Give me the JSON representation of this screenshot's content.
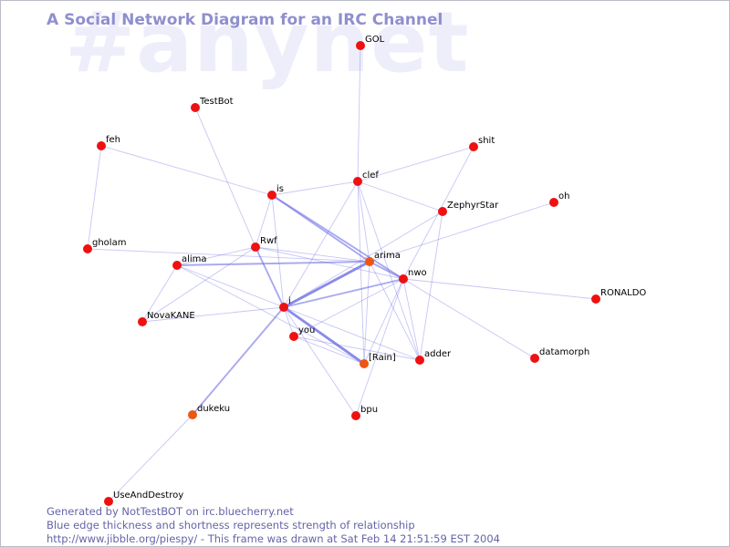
{
  "watermark": "#anynet",
  "title": "A Social Network Diagram for an IRC Channel",
  "footer": {
    "line1": "Generated by NotTestBOT on irc.bluecherry.net",
    "line2": "Blue edge thickness and shortness represents strength of relationship",
    "line3": "http://www.jibble.org/piespy/ - This frame was drawn at Sat Feb 14 21:51:59 EST 2004"
  },
  "colors": {
    "edge": "#6a6ae6",
    "node": "#ee1111",
    "node_warm": "#ee5511",
    "title": "#8f8fcf",
    "watermark": "#eeeefb",
    "footer": "#6464a8"
  },
  "nodes": [
    {
      "id": "GOL",
      "label": "GOL"
    },
    {
      "id": "TestBot",
      "label": "TestBot"
    },
    {
      "id": "feh",
      "label": "feh"
    },
    {
      "id": "shit",
      "label": "shit"
    },
    {
      "id": "clef",
      "label": "clef"
    },
    {
      "id": "is",
      "label": "is"
    },
    {
      "id": "ZephyrStar",
      "label": "ZephyrStar"
    },
    {
      "id": "oh",
      "label": "oh"
    },
    {
      "id": "gholam",
      "label": "gholam"
    },
    {
      "id": "Rwf",
      "label": "Rwf"
    },
    {
      "id": "alima",
      "label": "alima"
    },
    {
      "id": "arima",
      "label": "arima"
    },
    {
      "id": "nwo",
      "label": "nwo"
    },
    {
      "id": "RONALDO",
      "label": "RONALDO"
    },
    {
      "id": "i",
      "label": "i"
    },
    {
      "id": "NovaKANE",
      "label": "NovaKANE"
    },
    {
      "id": "you",
      "label": "you"
    },
    {
      "id": "Rain",
      "label": "[Rain]"
    },
    {
      "id": "adder",
      "label": "adder"
    },
    {
      "id": "datamorph",
      "label": "datamorph"
    },
    {
      "id": "bpu",
      "label": "bpu"
    },
    {
      "id": "dukeku",
      "label": "dukeku"
    },
    {
      "id": "UseAndDestroy",
      "label": "UseAndDestroy"
    }
  ],
  "edges": [
    {
      "source": "GOL",
      "target": "clef",
      "weight": 1
    },
    {
      "source": "TestBot",
      "target": "Rwf",
      "weight": 1
    },
    {
      "source": "feh",
      "target": "is",
      "weight": 1
    },
    {
      "source": "feh",
      "target": "gholam",
      "weight": 1
    },
    {
      "source": "shit",
      "target": "clef",
      "weight": 1
    },
    {
      "source": "shit",
      "target": "nwo",
      "weight": 1
    },
    {
      "source": "clef",
      "target": "is",
      "weight": 1
    },
    {
      "source": "clef",
      "target": "ZephyrStar",
      "weight": 1
    },
    {
      "source": "clef",
      "target": "arima",
      "weight": 1
    },
    {
      "source": "clef",
      "target": "i",
      "weight": 1
    },
    {
      "source": "clef",
      "target": "Rain",
      "weight": 1
    },
    {
      "source": "clef",
      "target": "adder",
      "weight": 1
    },
    {
      "source": "is",
      "target": "arima",
      "weight": 2
    },
    {
      "source": "is",
      "target": "nwo",
      "weight": 2
    },
    {
      "source": "is",
      "target": "Rwf",
      "weight": 1
    },
    {
      "source": "is",
      "target": "i",
      "weight": 1
    },
    {
      "source": "oh",
      "target": "arima",
      "weight": 1
    },
    {
      "source": "gholam",
      "target": "arima",
      "weight": 1
    },
    {
      "source": "ZephyrStar",
      "target": "i",
      "weight": 1
    },
    {
      "source": "ZephyrStar",
      "target": "adder",
      "weight": 1
    },
    {
      "source": "Rwf",
      "target": "i",
      "weight": 2
    },
    {
      "source": "Rwf",
      "target": "arima",
      "weight": 1
    },
    {
      "source": "Rwf",
      "target": "nwo",
      "weight": 1
    },
    {
      "source": "Rwf",
      "target": "alima",
      "weight": 1
    },
    {
      "source": "Rwf",
      "target": "NovaKANE",
      "weight": 1
    },
    {
      "source": "alima",
      "target": "arima",
      "weight": 2
    },
    {
      "source": "alima",
      "target": "i",
      "weight": 1
    },
    {
      "source": "alima",
      "target": "NovaKANE",
      "weight": 1
    },
    {
      "source": "alima",
      "target": "Rain",
      "weight": 1
    },
    {
      "source": "arima",
      "target": "i",
      "weight": 3
    },
    {
      "source": "arima",
      "target": "nwo",
      "weight": 2
    },
    {
      "source": "arima",
      "target": "Rain",
      "weight": 1
    },
    {
      "source": "arima",
      "target": "adder",
      "weight": 1
    },
    {
      "source": "nwo",
      "target": "i",
      "weight": 2
    },
    {
      "source": "nwo",
      "target": "RONALDO",
      "weight": 1
    },
    {
      "source": "nwo",
      "target": "datamorph",
      "weight": 1
    },
    {
      "source": "nwo",
      "target": "bpu",
      "weight": 1
    },
    {
      "source": "nwo",
      "target": "you",
      "weight": 1
    },
    {
      "source": "nwo",
      "target": "adder",
      "weight": 1
    },
    {
      "source": "nwo",
      "target": "Rain",
      "weight": 1
    },
    {
      "source": "i",
      "target": "NovaKANE",
      "weight": 1
    },
    {
      "source": "i",
      "target": "you",
      "weight": 1
    },
    {
      "source": "i",
      "target": "Rain",
      "weight": 3
    },
    {
      "source": "i",
      "target": "adder",
      "weight": 1
    },
    {
      "source": "i",
      "target": "bpu",
      "weight": 1
    },
    {
      "source": "i",
      "target": "dukeku",
      "weight": 2
    },
    {
      "source": "you",
      "target": "adder",
      "weight": 1
    },
    {
      "source": "you",
      "target": "Rain",
      "weight": 1
    },
    {
      "source": "dukeku",
      "target": "UseAndDestroy",
      "weight": 1
    }
  ]
}
